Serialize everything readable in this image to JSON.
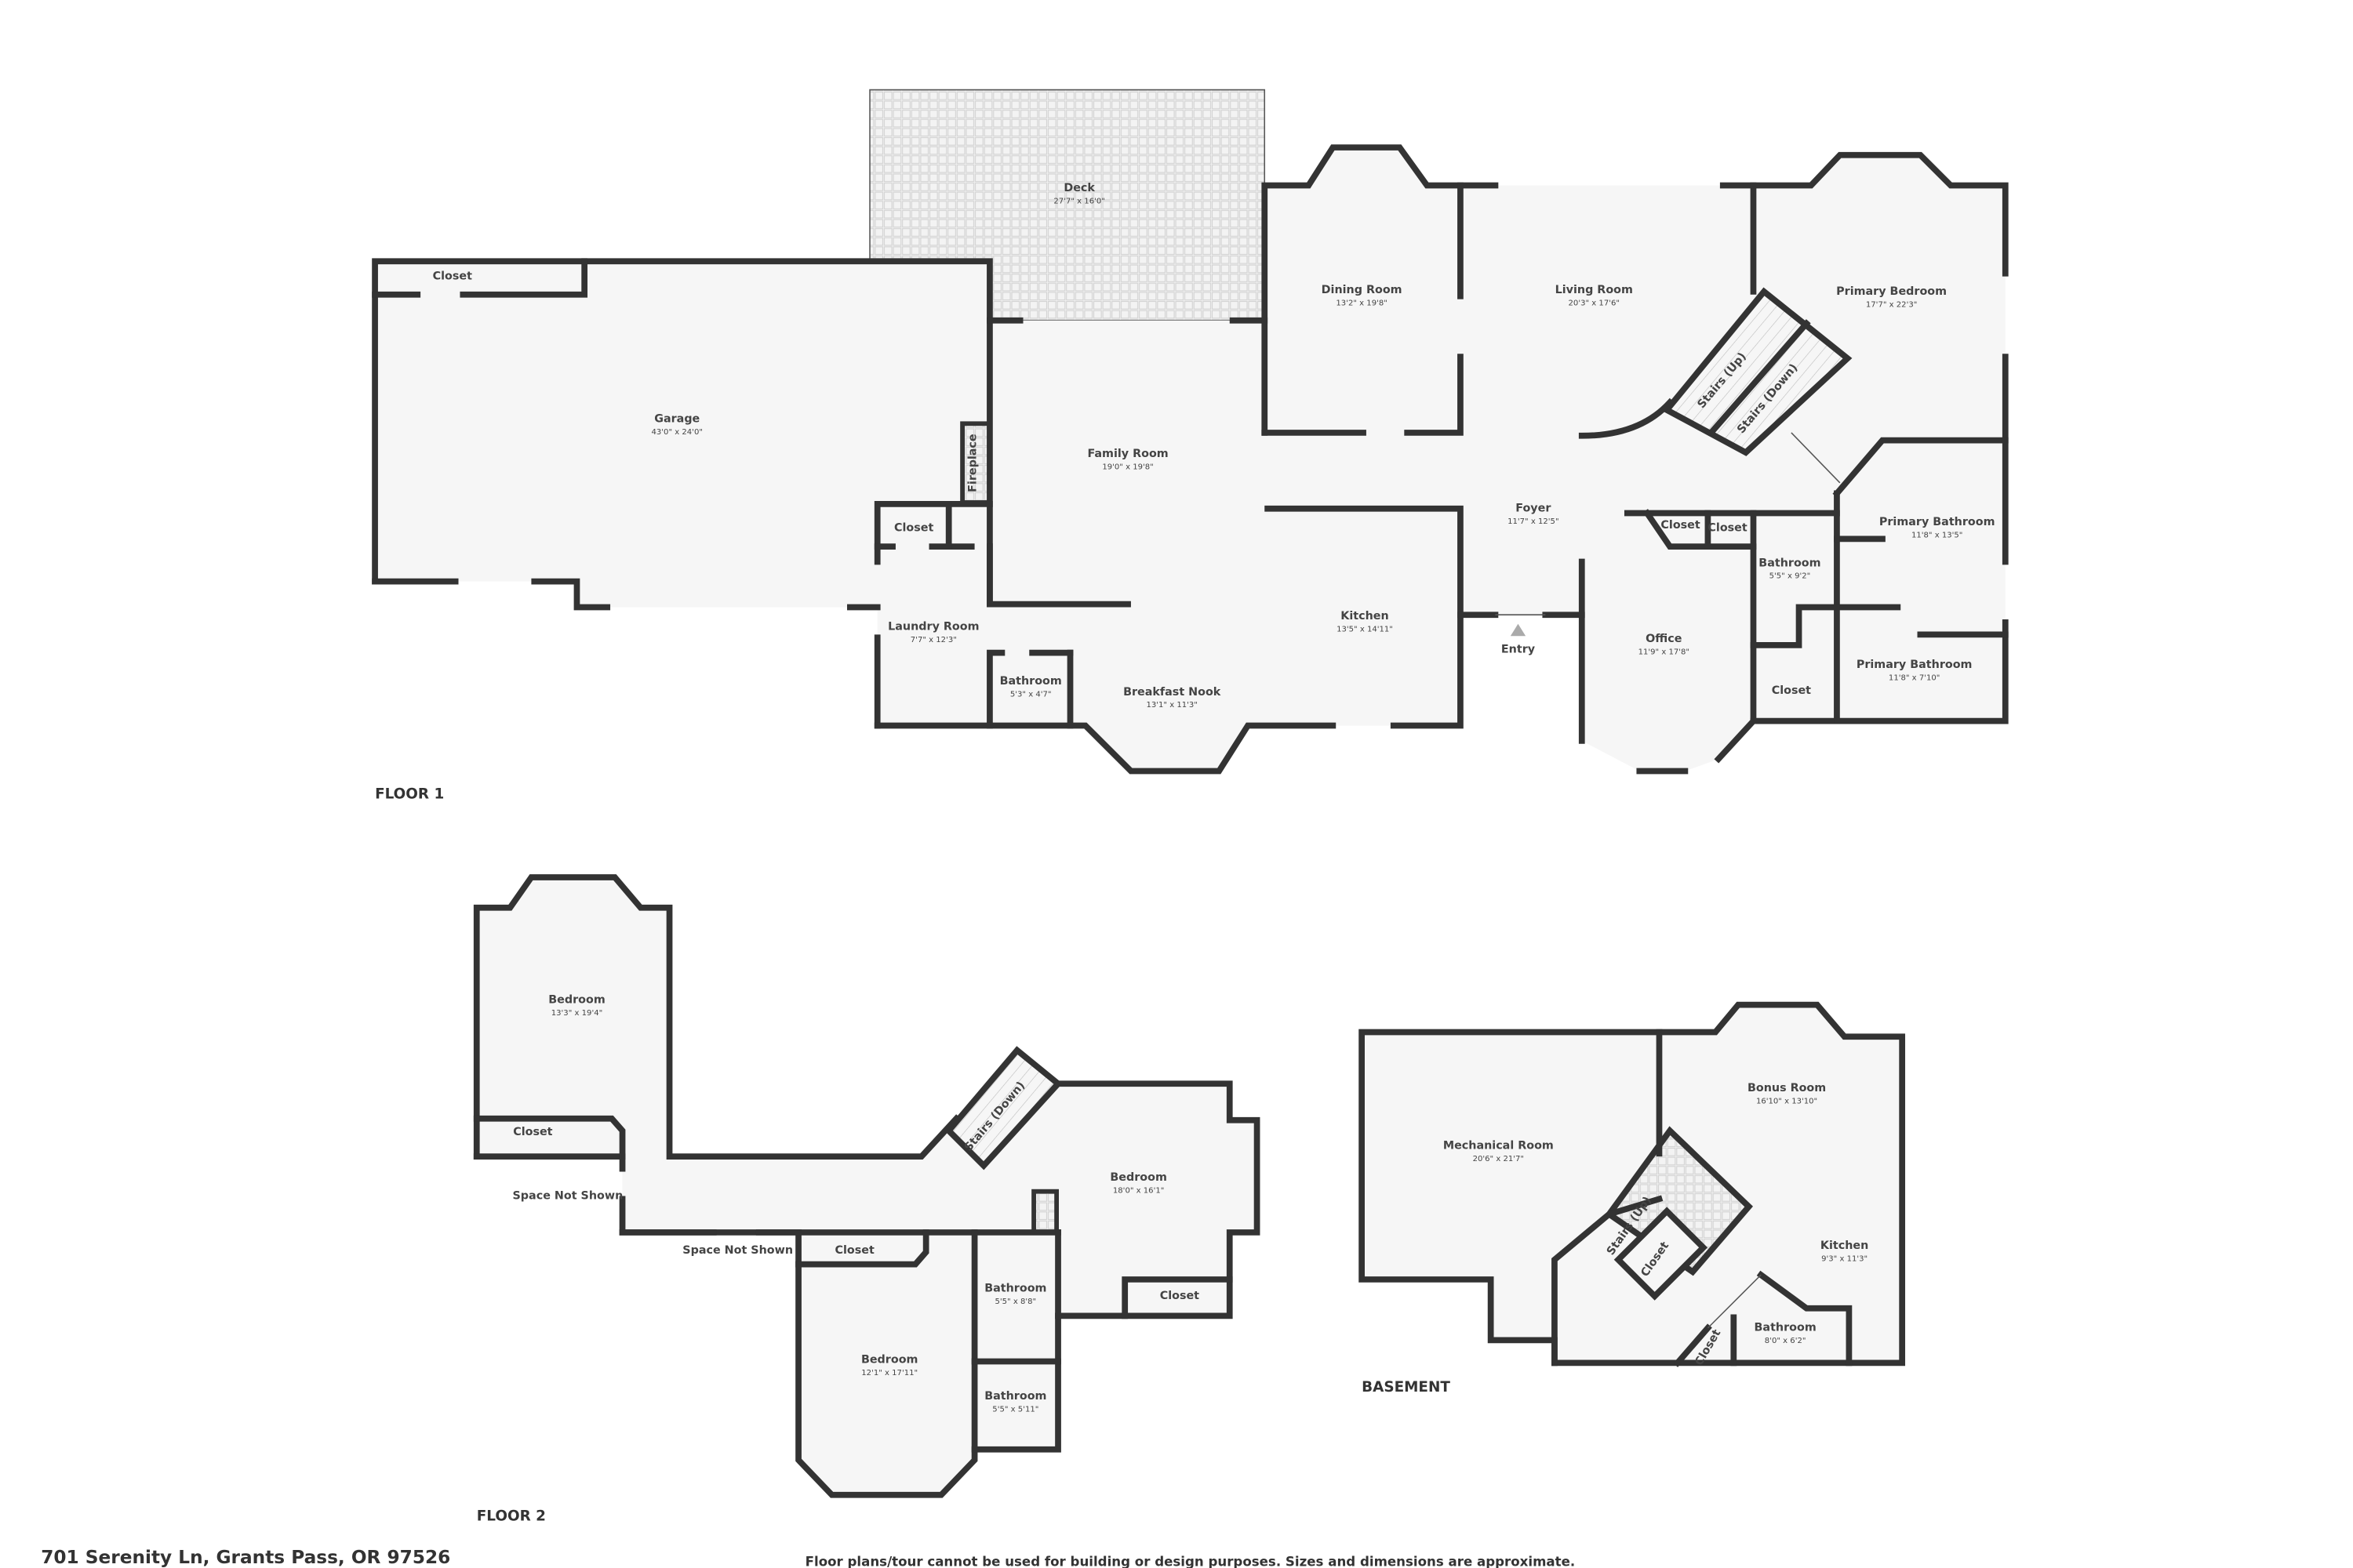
{
  "address": "701 Serenity Ln, Grants Pass, OR 97526",
  "disclaimer": "Floor plans/tour cannot be used for building or design purposes. Sizes and dimensions are approximate.",
  "colors": {
    "wall": "#333333",
    "floor": "#f6f6f6",
    "hatch": "#cfcfcf"
  },
  "floors": [
    {
      "label": "FLOOR 1",
      "rooms": [
        {
          "name": "Deck",
          "dims": "27'7\" x 16'0\""
        },
        {
          "name": "Closet",
          "dims": ""
        },
        {
          "name": "Garage",
          "dims": "43'0\" x 24'0\""
        },
        {
          "name": "Fireplace",
          "dims": ""
        },
        {
          "name": "Closet",
          "dims": ""
        },
        {
          "name": "Family Room",
          "dims": "19'0\" x 19'8\""
        },
        {
          "name": "Laundry Room",
          "dims": "7'7\" x 12'3\""
        },
        {
          "name": "Bathroom",
          "dims": "5'3\" x 4'7\""
        },
        {
          "name": "Breakfast Nook",
          "dims": "13'1\" x 11'3\""
        },
        {
          "name": "Kitchen",
          "dims": "13'5\" x 14'11\""
        },
        {
          "name": "Dining Room",
          "dims": "13'2\" x 19'8\""
        },
        {
          "name": "Living Room",
          "dims": "20'3\" x 17'6\""
        },
        {
          "name": "Stairs (Up)",
          "dims": ""
        },
        {
          "name": "Stairs (Down)",
          "dims": ""
        },
        {
          "name": "Primary Bedroom",
          "dims": "17'7\" x 22'3\""
        },
        {
          "name": "Foyer",
          "dims": "11'7\" x 12'5\""
        },
        {
          "name": "Entry",
          "dims": ""
        },
        {
          "name": "Closet",
          "dims": ""
        },
        {
          "name": "Closet",
          "dims": ""
        },
        {
          "name": "Bathroom",
          "dims": "5'5\" x 9'2\""
        },
        {
          "name": "Office",
          "dims": "11'9\" x 17'8\""
        },
        {
          "name": "Primary Bathroom",
          "dims": "11'8\" x 13'5\""
        },
        {
          "name": "Closet",
          "dims": ""
        },
        {
          "name": "Primary Bathroom",
          "dims": "11'8\" x 7'10\""
        }
      ]
    },
    {
      "label": "FLOOR 2",
      "rooms": [
        {
          "name": "Bedroom",
          "dims": "13'3\" x 19'4\""
        },
        {
          "name": "Closet",
          "dims": ""
        },
        {
          "name": "Space Not Shown",
          "dims": ""
        },
        {
          "name": "Stairs (Down)",
          "dims": ""
        },
        {
          "name": "Bedroom",
          "dims": "18'0\" x 16'1\""
        },
        {
          "name": "Space Not Shown",
          "dims": ""
        },
        {
          "name": "Closet",
          "dims": ""
        },
        {
          "name": "Bathroom",
          "dims": "5'5\" x 8'8\""
        },
        {
          "name": "Closet",
          "dims": ""
        },
        {
          "name": "Bedroom",
          "dims": "12'1\" x 17'11\""
        },
        {
          "name": "Bathroom",
          "dims": "5'5\" x 5'11\""
        }
      ]
    },
    {
      "label": "BASEMENT",
      "rooms": [
        {
          "name": "Mechanical Room",
          "dims": "20'6\" x 21'7\""
        },
        {
          "name": "Bonus Room",
          "dims": "16'10\" x 13'10\""
        },
        {
          "name": "Stairs (Up)",
          "dims": ""
        },
        {
          "name": "Closet",
          "dims": ""
        },
        {
          "name": "Kitchen",
          "dims": "9'3\" x 11'3\""
        },
        {
          "name": "Bathroom",
          "dims": "8'0\" x 6'2\""
        },
        {
          "name": "Closet",
          "dims": ""
        }
      ]
    }
  ]
}
